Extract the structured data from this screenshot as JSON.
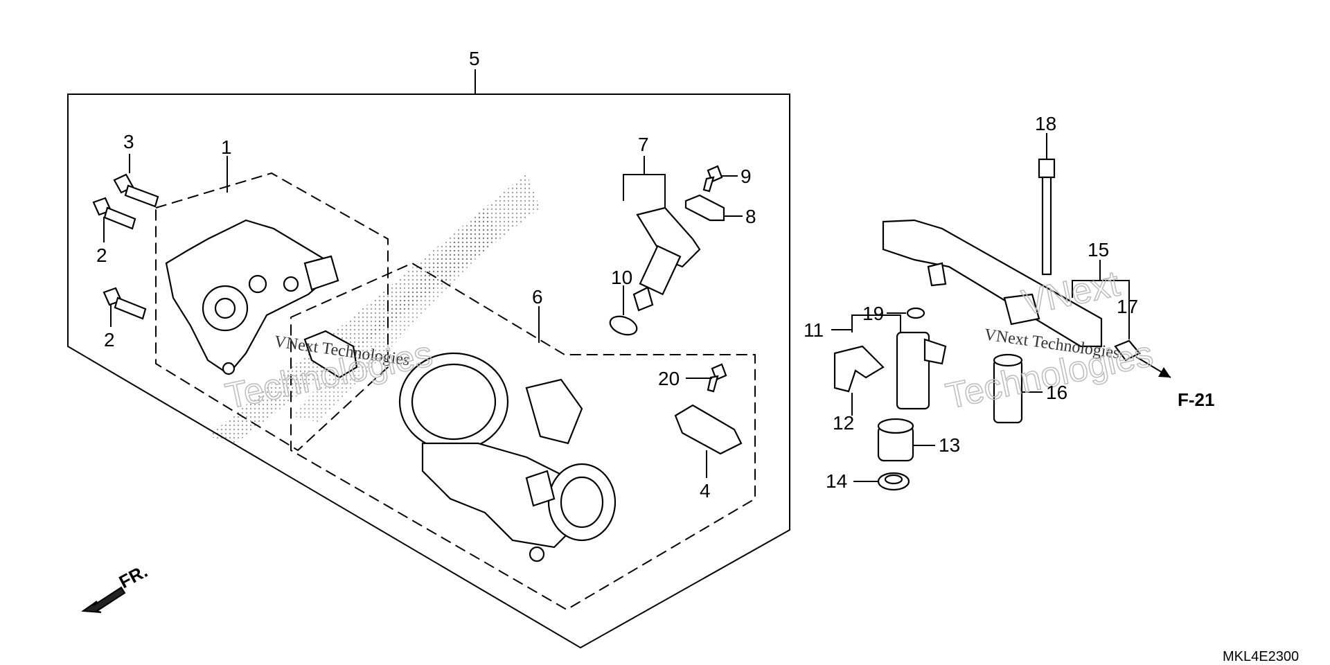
{
  "part_labels": {
    "p1": "1",
    "p2a": "2",
    "p2b": "2",
    "p3": "3",
    "p4": "4",
    "p5": "5",
    "p6": "6",
    "p7": "7",
    "p8": "8",
    "p9": "9",
    "p10": "10",
    "p11": "11",
    "p12": "12",
    "p13": "13",
    "p14": "14",
    "p15": "15",
    "p16": "16",
    "p17": "17",
    "p18": "18",
    "p19": "19",
    "p20": "20"
  },
  "reference": "F-21",
  "front_marker": "FR.",
  "diagram_code": "MKL4E2300",
  "watermarks": [
    "VNext Technologies",
    "Technologies",
    "VNext",
    "Technologies"
  ]
}
